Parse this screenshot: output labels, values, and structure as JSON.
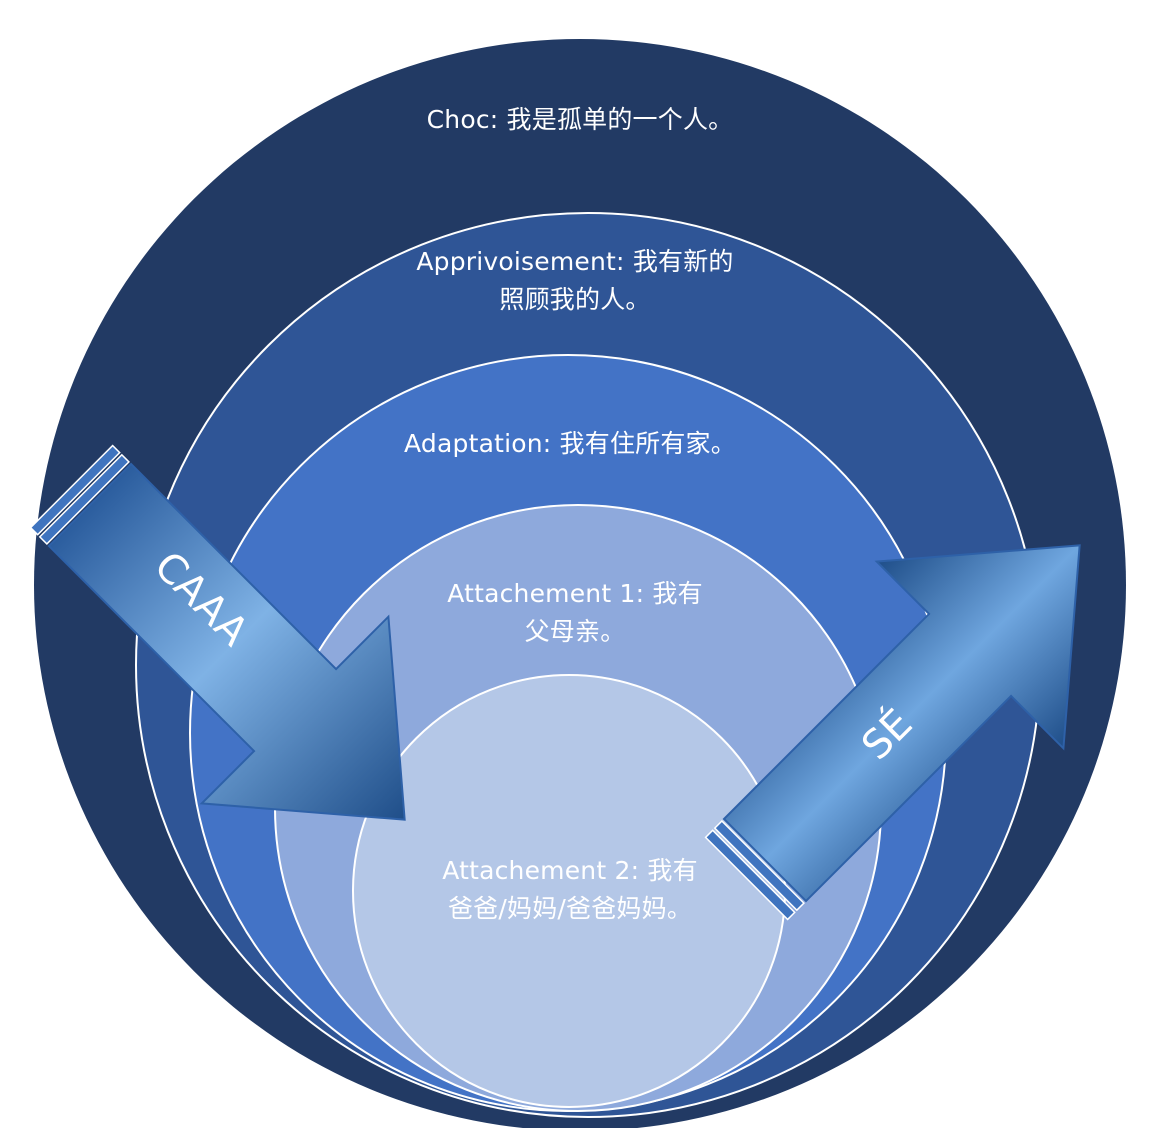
{
  "layers": [
    {
      "id": "choc",
      "lines": [
        "Choc: 我是孤单的一个人。"
      ],
      "color": "#223a64"
    },
    {
      "id": "apprivoisement",
      "lines": [
        "Apprivoisement: 我有新的",
        "照顾我的人。"
      ],
      "color": "#2f5596"
    },
    {
      "id": "adaptation",
      "lines": [
        "Adaptation: 我有住所有家。"
      ],
      "color": "#4373c6"
    },
    {
      "id": "attachement-1",
      "lines": [
        "Attachement 1: 我有",
        "父母亲。"
      ],
      "color": "#8ea9dc"
    },
    {
      "id": "attachement-2",
      "lines": [
        "Attachement 2: 我有",
        "爸爸/妈妈/爸爸妈妈。"
      ],
      "color": "#b4c7e7"
    }
  ],
  "arrows": {
    "left": {
      "label": "CAAA",
      "direction": "down-right"
    },
    "right": {
      "label": "SÉ",
      "direction": "up-right"
    }
  },
  "colors": {
    "ring_border": "#ffffff",
    "arrow_light": "#7fb2e5",
    "arrow_dark": "#1f4e89",
    "text": "#ffffff"
  }
}
